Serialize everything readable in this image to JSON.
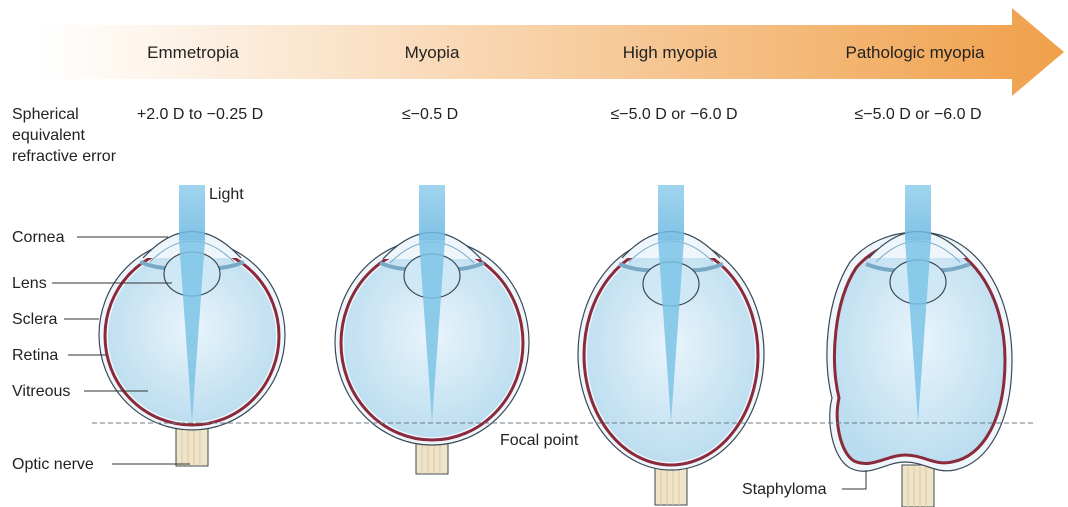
{
  "stages": [
    {
      "title": "Emmetropia",
      "refraction": "+2.0 D to −0.25 D"
    },
    {
      "title": "Myopia",
      "refraction": "≤−0.5 D"
    },
    {
      "title": "High myopia",
      "refraction": "≤−5.0 D or −6.0 D"
    },
    {
      "title": "Pathologic myopia",
      "refraction": "≤−5.0 D or −6.0 D"
    }
  ],
  "row_label": [
    "Spherical",
    "equivalent",
    "refractive error"
  ],
  "labels": {
    "light": "Light",
    "cornea": "Cornea",
    "lens": "Lens",
    "sclera": "Sclera",
    "retina": "Retina",
    "vitreous": "Vitreous",
    "optic_nerve": "Optic nerve",
    "focal_point": "Focal point",
    "staphyloma": "Staphyloma"
  },
  "colors": {
    "arrow_start": "#ffffff",
    "arrow_end": "#f0a04a",
    "light_beam": "#7cc3e6",
    "vitreous": "#cfe8f5",
    "sclera_fill": "#eef6fb",
    "retina": "#8b2a3a",
    "nerve": "#efe4c8",
    "outline": "#3a4a55"
  }
}
